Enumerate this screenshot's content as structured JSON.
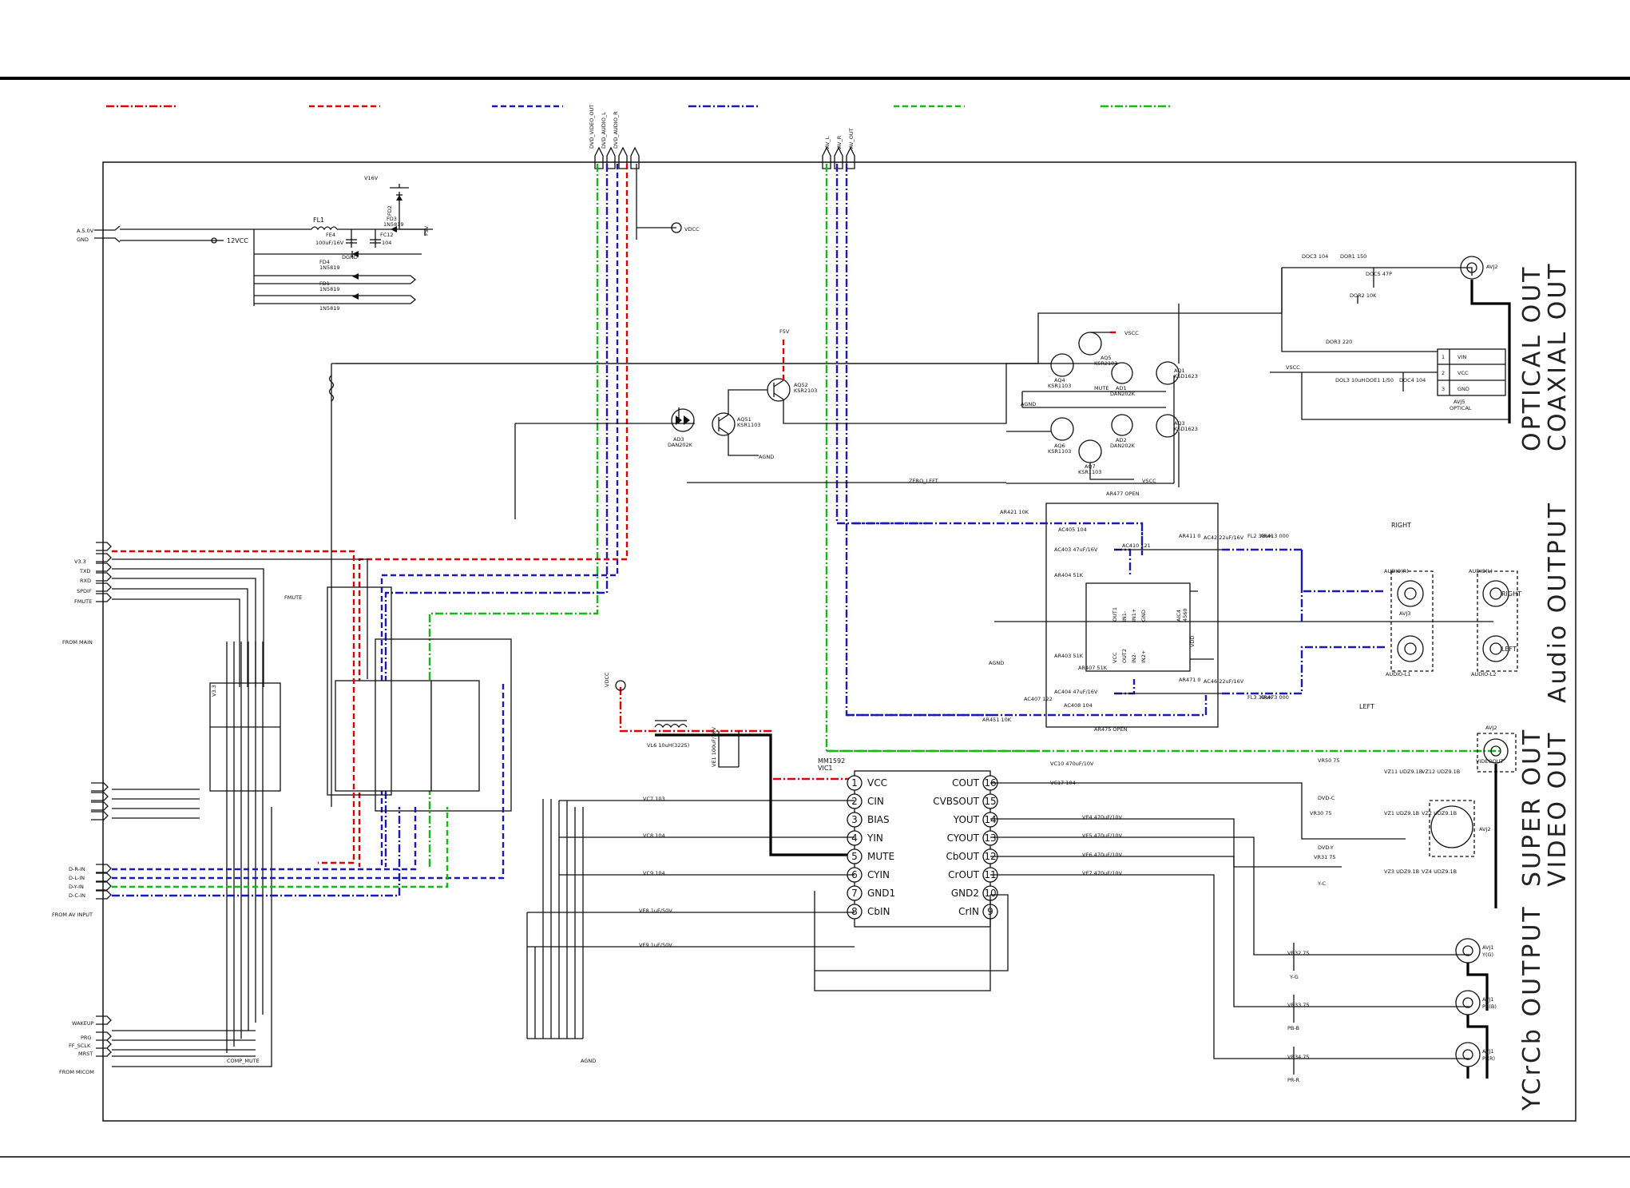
{
  "sheet": {
    "section_titles": [
      "OPTICAL OUT",
      "COAXIAL OUT",
      "Audio OUTPUT",
      "SUPER OUT",
      "VIDEO OUT",
      "YCrCb OUTPUT"
    ]
  },
  "ic_video": {
    "part": "MM1592",
    "ref": "VIC1",
    "left_pins": [
      {
        "n": "1",
        "name": "VCC"
      },
      {
        "n": "2",
        "name": "CIN"
      },
      {
        "n": "3",
        "name": "BIAS"
      },
      {
        "n": "4",
        "name": "YIN"
      },
      {
        "n": "5",
        "name": "MUTE"
      },
      {
        "n": "6",
        "name": "CYIN"
      },
      {
        "n": "7",
        "name": "GND1"
      },
      {
        "n": "8",
        "name": "CbIN"
      }
    ],
    "right_pins": [
      {
        "n": "16",
        "name": "COUT"
      },
      {
        "n": "15",
        "name": "CVBSOUT"
      },
      {
        "n": "14",
        "name": "YOUT"
      },
      {
        "n": "13",
        "name": "CYOUT"
      },
      {
        "n": "12",
        "name": "CbOUT"
      },
      {
        "n": "11",
        "name": "CrOUT"
      },
      {
        "n": "10",
        "name": "GND2"
      },
      {
        "n": "9",
        "name": "CrIN"
      }
    ]
  },
  "left_connectors": {
    "power": [
      "A.5.0V",
      "GND"
    ],
    "micom_top": [
      "V3.3",
      "TXD",
      "RXD",
      "SPDIF",
      "FMUTE"
    ],
    "from_main": "FROM MAIN",
    "av_inputs": [
      "D-R-IN",
      "D-L-IN",
      "D-Y-IN",
      "D-C-IN"
    ],
    "from_av": "FROM AV INPUT",
    "micom_bottom": [
      "WAKEUP",
      "PRG",
      "FF_SCLK",
      "MRST"
    ],
    "from_micom": "FROM MICOM",
    "comp_mute": "COMP_MUTE"
  },
  "power": {
    "fl1": "FL1",
    "fe4": "FE4",
    "fe4_value": "100uF/16V",
    "fc12": "FC12",
    "fc12_value": "104",
    "fd2": "FD2",
    "fd3": "FD3",
    "fd4": "FD4",
    "fd1": "FD1",
    "diode": "1N5819",
    "v12": "12VCC",
    "v16": "V16V",
    "dgnd": "DGND",
    "vdcc": "VDCC"
  },
  "transistors": [
    {
      "ref": "AQ4",
      "part": "KSR1103"
    },
    {
      "ref": "AQ5",
      "part": "KSR2103"
    },
    {
      "ref": "AQ6",
      "part": "KSR1103"
    },
    {
      "ref": "AQ7",
      "part": "KSR1103"
    },
    {
      "ref": "AQ1",
      "part": "KSD1623"
    },
    {
      "ref": "AQ3",
      "part": "KSD1623"
    },
    {
      "ref": "AQ51",
      "part": "KSR1103"
    },
    {
      "ref": "AQ52",
      "part": "KSR2103"
    }
  ],
  "diodes": [
    {
      "ref": "AD1",
      "part": "DAN202K"
    },
    {
      "ref": "AD2",
      "part": "DAN202K"
    },
    {
      "ref": "AD3",
      "part": "DAN202K"
    }
  ],
  "nets": {
    "mute": "MUTE",
    "agnd": "AGND",
    "zero_left": "ZERO_LEFT",
    "vscc": "VSCC",
    "vdd": "VDD",
    "f5v": "F5V",
    "right": "RIGHT",
    "left": "LEFT",
    "open": "OPEN",
    "dvd_c": "DVD-C",
    "dvd_y": "DVD-Y",
    "y_c": "Y-C"
  },
  "audio": {
    "ic": "AIC4",
    "ic_part": "4560",
    "ic_pins": [
      "OUT1",
      "IN1-",
      "IN1+",
      "GND",
      "VCC",
      "OUT2",
      "IN2-",
      "IN2+"
    ],
    "parts": [
      "AR421 10K",
      "AR411 0",
      "AC42 22uF/16V",
      "FL2 33uH",
      "AR413 000",
      "AR471 0",
      "AC46 22uF/16V",
      "FL3 33uH",
      "AR473 000",
      "AR451 10K",
      "AR477 OPEN",
      "AR475 OPEN",
      "AC405 104",
      "AC403 47uF/16V",
      "AR404 51K",
      "AR403 51K",
      "AR407 51K",
      "AC407 122",
      "AC408 104",
      "AC404 47uF/16V",
      "AC410 121"
    ],
    "jacks": [
      "AUDIO(R)",
      "AUDIO(L)",
      "AUDIO-L1",
      "AUDIO-L2",
      "AVJ2",
      "AVJ3"
    ]
  },
  "optical": {
    "module": "AVJ5",
    "module_label": "OPTICAL",
    "pins": [
      {
        "n": "1",
        "name": "VIN"
      },
      {
        "n": "2",
        "name": "VCC"
      },
      {
        "n": "3",
        "name": "GND"
      }
    ],
    "parts": [
      "DOC3 104",
      "DOR1 150",
      "DOC5 47P",
      "DOR2 10K",
      "DOR3 220",
      "DOL3 10uH",
      "DOE1 1/50",
      "DOC4 104"
    ],
    "coax_jack": "AVJ2"
  },
  "video_out": {
    "jack": "AVJ2",
    "jack_label": "VIDEOOUT",
    "svideo": "AVJ2",
    "zeners": [
      "VZ11 UDZ9.1B",
      "VZ12 UDZ9.1B",
      "VZ1 UDZ9.1B",
      "VZ2 UDZ9.1B",
      "VZ3 UDZ9.1B",
      "VZ4 UDZ9.1B"
    ],
    "resistors": [
      "VR30 75",
      "VR31 75",
      "VR32 75",
      "VR33 75",
      "VR34 75",
      "VR50 75"
    ],
    "caps": [
      "VC7 103",
      "VC8 104",
      "VC9 104",
      "VC10 470uF/10V",
      "VC17 104",
      "VE4 470uF/10V",
      "VE5 470uF/10V",
      "VE6 470uF/10V",
      "VE7 470uF/10V",
      "VE8 1uF/50V",
      "VE9 1uF/50V",
      "VE1 100uF/16V"
    ],
    "choke": "VL6 10uH(3225)"
  },
  "component_out": {
    "jacks": [
      {
        "ref": "AVJ1",
        "label": "Y(G)"
      },
      {
        "ref": "AVJ1",
        "label": "PB(B)"
      },
      {
        "ref": "AVJ1",
        "label": "Pr(R)"
      }
    ],
    "grounds": [
      "Y-G",
      "PB-B",
      "PR-R"
    ]
  },
  "top_connector": {
    "labels": [
      "DVD_VIDEO_OUT",
      "DVD_AUDIO_L",
      "DVD_AUDIO_R",
      "AV_L",
      "AV_R",
      "AV_OUT"
    ]
  }
}
